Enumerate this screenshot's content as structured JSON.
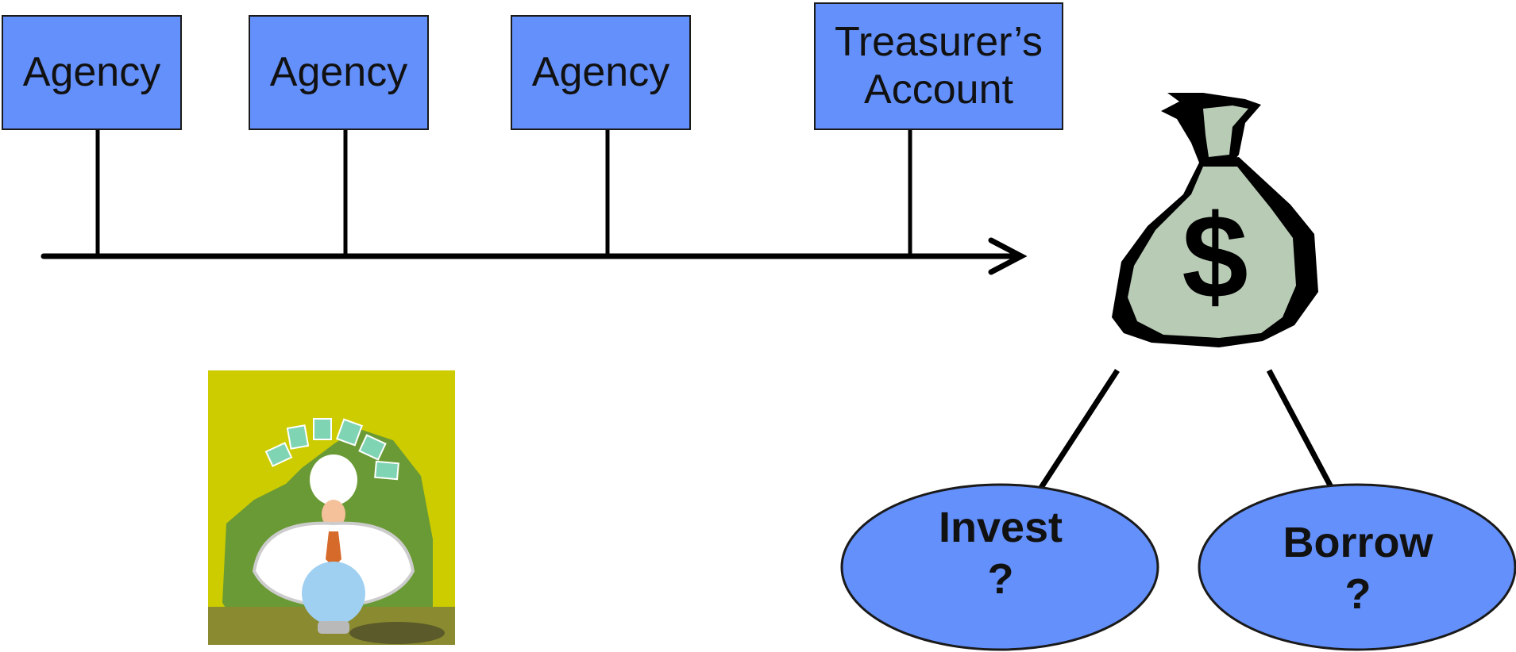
{
  "boxes": {
    "agency1": "Agency",
    "agency2": "Agency",
    "agency3": "Agency",
    "treasurer": "Treasurer’s\nAccount"
  },
  "money_bag": {
    "symbol": "$"
  },
  "options": {
    "invest": "Invest\n?",
    "borrow": "Borrow\n?"
  },
  "colors": {
    "box_fill": "#6490fb",
    "bag_fill": "#b8cbb5",
    "clipart_bg": "#cccc00",
    "clipart_green": "#6a9a35"
  },
  "icons": [
    "money-bag-icon",
    "fortune-teller-clipart"
  ]
}
